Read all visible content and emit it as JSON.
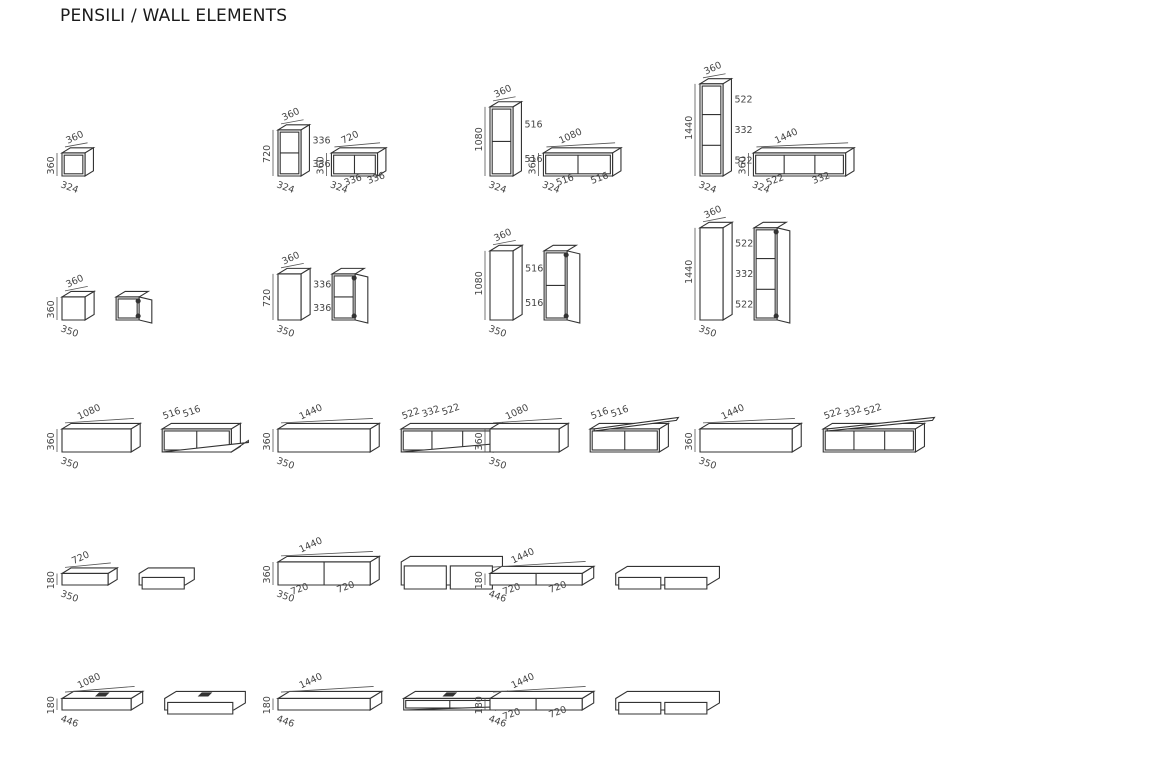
{
  "title": "PENSILI / WALL ELEMENTS",
  "elements": [
    {
      "row": 1,
      "col": 1,
      "drawings": [
        {
          "kind": "box",
          "w": 360,
          "h": 360,
          "d": 324,
          "labels": {
            "w": "360",
            "h": "360",
            "d": "324"
          }
        }
      ]
    },
    {
      "row": 1,
      "col": 2,
      "drawings": [
        {
          "kind": "box",
          "w": 360,
          "h": 720,
          "d": 324,
          "shelves": 1,
          "labels": {
            "w": "360",
            "h": "720",
            "d": "324",
            "side": [
              "336",
              "336"
            ]
          }
        },
        {
          "kind": "box",
          "w": 720,
          "h": 360,
          "d": 324,
          "dividers": 1,
          "labels": {
            "w": "720",
            "h": "360",
            "d": "324",
            "bottom": [
              "336",
              "336"
            ]
          }
        }
      ]
    },
    {
      "row": 1,
      "col": 3,
      "drawings": [
        {
          "kind": "box",
          "w": 360,
          "h": 1080,
          "d": 324,
          "shelves": 1,
          "labels": {
            "w": "360",
            "h": "1080",
            "d": "324",
            "side": [
              "516",
              "516"
            ]
          }
        },
        {
          "kind": "box",
          "w": 1080,
          "h": 360,
          "d": 324,
          "dividers": 1,
          "labels": {
            "w": "1080",
            "h": "360",
            "d": "324",
            "bottom": [
              "516",
              "516"
            ]
          }
        }
      ]
    },
    {
      "row": 1,
      "col": 4,
      "drawings": [
        {
          "kind": "box",
          "w": 360,
          "h": 1440,
          "d": 324,
          "shelves": 2,
          "labels": {
            "w": "360",
            "h": "1440",
            "d": "324",
            "side": [
              "522",
              "332",
              "522"
            ]
          }
        },
        {
          "kind": "box",
          "w": 1440,
          "h": 360,
          "d": 324,
          "dividers": 2,
          "labels": {
            "w": "1440",
            "h": "360",
            "d": "324",
            "bottom": [
              "522",
              "332"
            ]
          }
        }
      ]
    },
    {
      "row": 2,
      "col": 1,
      "drawings": [
        {
          "kind": "box",
          "w": 360,
          "h": 360,
          "d": 350,
          "closed": true,
          "labels": {
            "w": "360",
            "h": "360",
            "d": "350"
          }
        },
        {
          "kind": "door",
          "w": 360,
          "h": 360,
          "d": 350
        }
      ]
    },
    {
      "row": 2,
      "col": 2,
      "drawings": [
        {
          "kind": "box",
          "w": 360,
          "h": 720,
          "d": 350,
          "closed": true,
          "labels": {
            "w": "360",
            "h": "720",
            "d": "350",
            "side": [
              "336",
              "336"
            ]
          }
        },
        {
          "kind": "door",
          "w": 360,
          "h": 720,
          "d": 350,
          "shelves": 1
        }
      ]
    },
    {
      "row": 2,
      "col": 3,
      "drawings": [
        {
          "kind": "box",
          "w": 360,
          "h": 1080,
          "d": 350,
          "closed": true,
          "labels": {
            "w": "360",
            "h": "1080",
            "d": "350",
            "side": [
              "516",
              "516"
            ]
          }
        },
        {
          "kind": "door",
          "w": 360,
          "h": 1080,
          "d": 350,
          "shelves": 1
        }
      ]
    },
    {
      "row": 2,
      "col": 4,
      "drawings": [
        {
          "kind": "box",
          "w": 360,
          "h": 1440,
          "d": 350,
          "closed": true,
          "labels": {
            "w": "360",
            "h": "1440",
            "d": "350",
            "side": [
              "522",
              "332",
              "522"
            ]
          }
        },
        {
          "kind": "door",
          "w": 360,
          "h": 1440,
          "d": 350,
          "shelves": 2
        }
      ]
    },
    {
      "row": 3,
      "col": 1,
      "drawings": [
        {
          "kind": "box",
          "w": 1080,
          "h": 360,
          "d": 350,
          "closed": true,
          "labels": {
            "w": "1080",
            "h": "360",
            "d": "350"
          }
        },
        {
          "kind": "flap",
          "w": 1080,
          "h": 360,
          "d": 350,
          "dividers": 1,
          "labels": {
            "top": [
              "516",
              "516"
            ]
          }
        }
      ]
    },
    {
      "row": 3,
      "col": 2,
      "drawings": [
        {
          "kind": "box",
          "w": 1440,
          "h": 360,
          "d": 350,
          "closed": true,
          "labels": {
            "w": "1440",
            "h": "360",
            "d": "350"
          }
        },
        {
          "kind": "flap",
          "w": 1440,
          "h": 360,
          "d": 350,
          "dividers": 2,
          "labels": {
            "top": [
              "522",
              "332",
              "522"
            ]
          }
        }
      ]
    },
    {
      "row": 3,
      "col": 3,
      "drawings": [
        {
          "kind": "box",
          "w": 1080,
          "h": 360,
          "d": 350,
          "closed": true,
          "labels": {
            "w": "1080",
            "h": "360",
            "d": "350"
          }
        },
        {
          "kind": "flapup",
          "w": 1080,
          "h": 360,
          "d": 350,
          "dividers": 1,
          "labels": {
            "top": [
              "516",
              "516"
            ]
          }
        }
      ]
    },
    {
      "row": 3,
      "col": 4,
      "drawings": [
        {
          "kind": "box",
          "w": 1440,
          "h": 360,
          "d": 350,
          "closed": true,
          "labels": {
            "w": "1440",
            "h": "360",
            "d": "350"
          }
        },
        {
          "kind": "flapup",
          "w": 1440,
          "h": 360,
          "d": 350,
          "dividers": 2,
          "labels": {
            "top": [
              "522",
              "332",
              "522"
            ]
          }
        }
      ]
    },
    {
      "row": 4,
      "col": 1,
      "drawings": [
        {
          "kind": "box",
          "w": 720,
          "h": 180,
          "d": 350,
          "closed": true,
          "labels": {
            "w": "720",
            "h": "180",
            "d": "350"
          }
        },
        {
          "kind": "drawer",
          "w": 720,
          "h": 180,
          "d": 350,
          "fronts": 1
        }
      ]
    },
    {
      "row": 4,
      "col": 2,
      "drawings": [
        {
          "kind": "box",
          "w": 1440,
          "h": 360,
          "d": 350,
          "closed": true,
          "split": 1,
          "labels": {
            "w": "1440",
            "h": "360",
            "d": "350",
            "bottom": [
              "720",
              "720"
            ]
          }
        },
        {
          "kind": "drawer",
          "w": 1440,
          "h": 360,
          "d": 350,
          "fronts": 2
        }
      ]
    },
    {
      "row": 4,
      "col": 3,
      "drawings": [
        {
          "kind": "box",
          "w": 1440,
          "h": 180,
          "d": 446,
          "closed": true,
          "split": 1,
          "labels": {
            "w": "1440",
            "h": "180",
            "d": "446",
            "bottom": [
              "720",
              "720"
            ]
          }
        },
        {
          "kind": "drawer",
          "w": 1440,
          "h": 180,
          "d": 446,
          "fronts": 2
        }
      ]
    },
    {
      "row": 5,
      "col": 1,
      "drawings": [
        {
          "kind": "box",
          "w": 1080,
          "h": 180,
          "d": 446,
          "closed": true,
          "slot": true,
          "labels": {
            "w": "1080",
            "h": "180",
            "d": "446"
          }
        },
        {
          "kind": "drawer",
          "w": 1080,
          "h": 180,
          "d": 446,
          "fronts": 1,
          "slot": true
        }
      ]
    },
    {
      "row": 5,
      "col": 2,
      "drawings": [
        {
          "kind": "box",
          "w": 1440,
          "h": 180,
          "d": 446,
          "closed": true,
          "labels": {
            "w": "1440",
            "h": "180",
            "d": "446"
          }
        },
        {
          "kind": "flap",
          "w": 1440,
          "h": 180,
          "d": 446,
          "dividers": 1,
          "slot": true
        }
      ]
    },
    {
      "row": 5,
      "col": 3,
      "drawings": [
        {
          "kind": "box",
          "w": 1440,
          "h": 180,
          "d": 446,
          "closed": true,
          "split": 1,
          "labels": {
            "w": "1440",
            "h": "180",
            "d": "446",
            "bottom": [
              "720",
              "720"
            ]
          }
        },
        {
          "kind": "drawer",
          "w": 1440,
          "h": 180,
          "d": 446,
          "fronts": 2
        }
      ]
    }
  ]
}
